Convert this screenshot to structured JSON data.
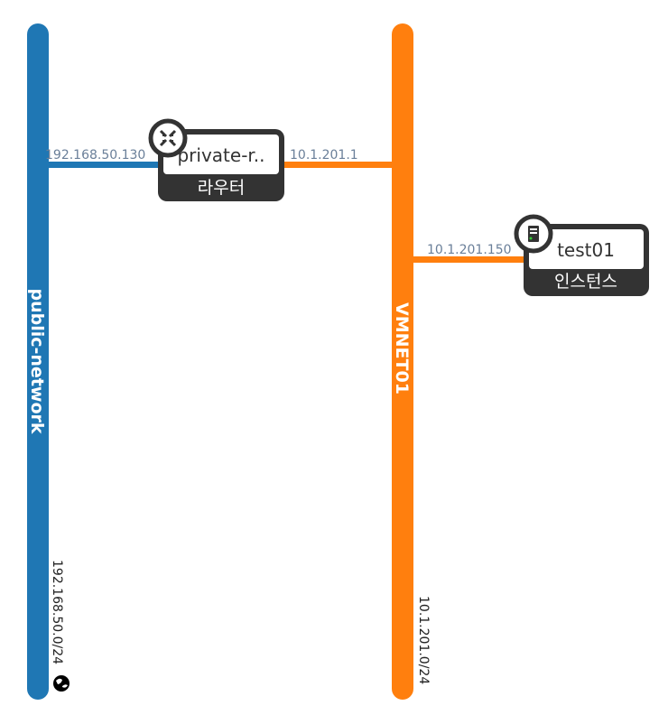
{
  "colors": {
    "public": "#1f77b4",
    "private": "#ff7f0e",
    "node": "#333333"
  },
  "networks": [
    {
      "name": "public-network",
      "subnet": "192.168.50.0/24",
      "icon": "globe-icon"
    },
    {
      "name": "VMNET01",
      "subnet": "10.1.201.0/24"
    }
  ],
  "router": {
    "name": "private-r..",
    "type": "라우터",
    "icon": "router-icon",
    "ports": [
      "192.168.50.130",
      "10.1.201.1"
    ]
  },
  "instance": {
    "name": "test01",
    "type": "인스턴스",
    "icon": "server-icon",
    "ports": [
      "10.1.201.150"
    ]
  }
}
